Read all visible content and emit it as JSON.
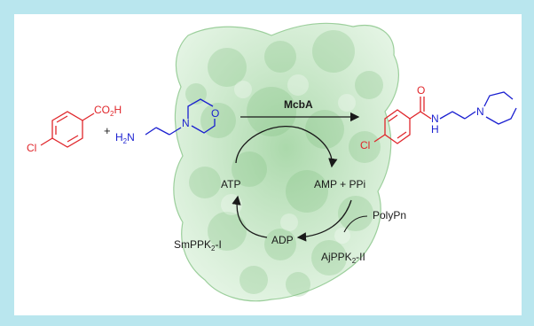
{
  "reaction": {
    "acid": {
      "substituent": "Cl",
      "acid_group": "CO",
      "acid_sub": "2",
      "acid_h": "H",
      "color": "#e0262b"
    },
    "plus": "+",
    "amine": {
      "h2n": "H",
      "h2n_sub": "2",
      "h2n_n": "N",
      "ring_heteroatom_n": "N",
      "ring_heteroatom_o": "O",
      "color": "#1a1fd0"
    },
    "enzyme": "McbA",
    "product": {
      "carbonyl_o": "O",
      "substituent": "Cl",
      "amide_n": "N",
      "amide_h": "H",
      "ring_n": "N"
    }
  },
  "cycle": {
    "atp": "ATP",
    "amp_ppi": "AMP + PPi",
    "adp": "ADP",
    "polypn": "PolyPn",
    "smppk_main": "SmPPK",
    "smppk_sub": "2",
    "smppk_tail": "-I",
    "ajppk_main": "AjPPK",
    "ajppk_sub": "2",
    "ajppk_tail": "-II"
  },
  "colors": {
    "background": "#b9e6ee",
    "protein": "#a8d9a8",
    "protein_dark": "#6fb66f",
    "red": "#e0262b",
    "blue": "#1a1fd0",
    "text": "#1a1a1a"
  }
}
